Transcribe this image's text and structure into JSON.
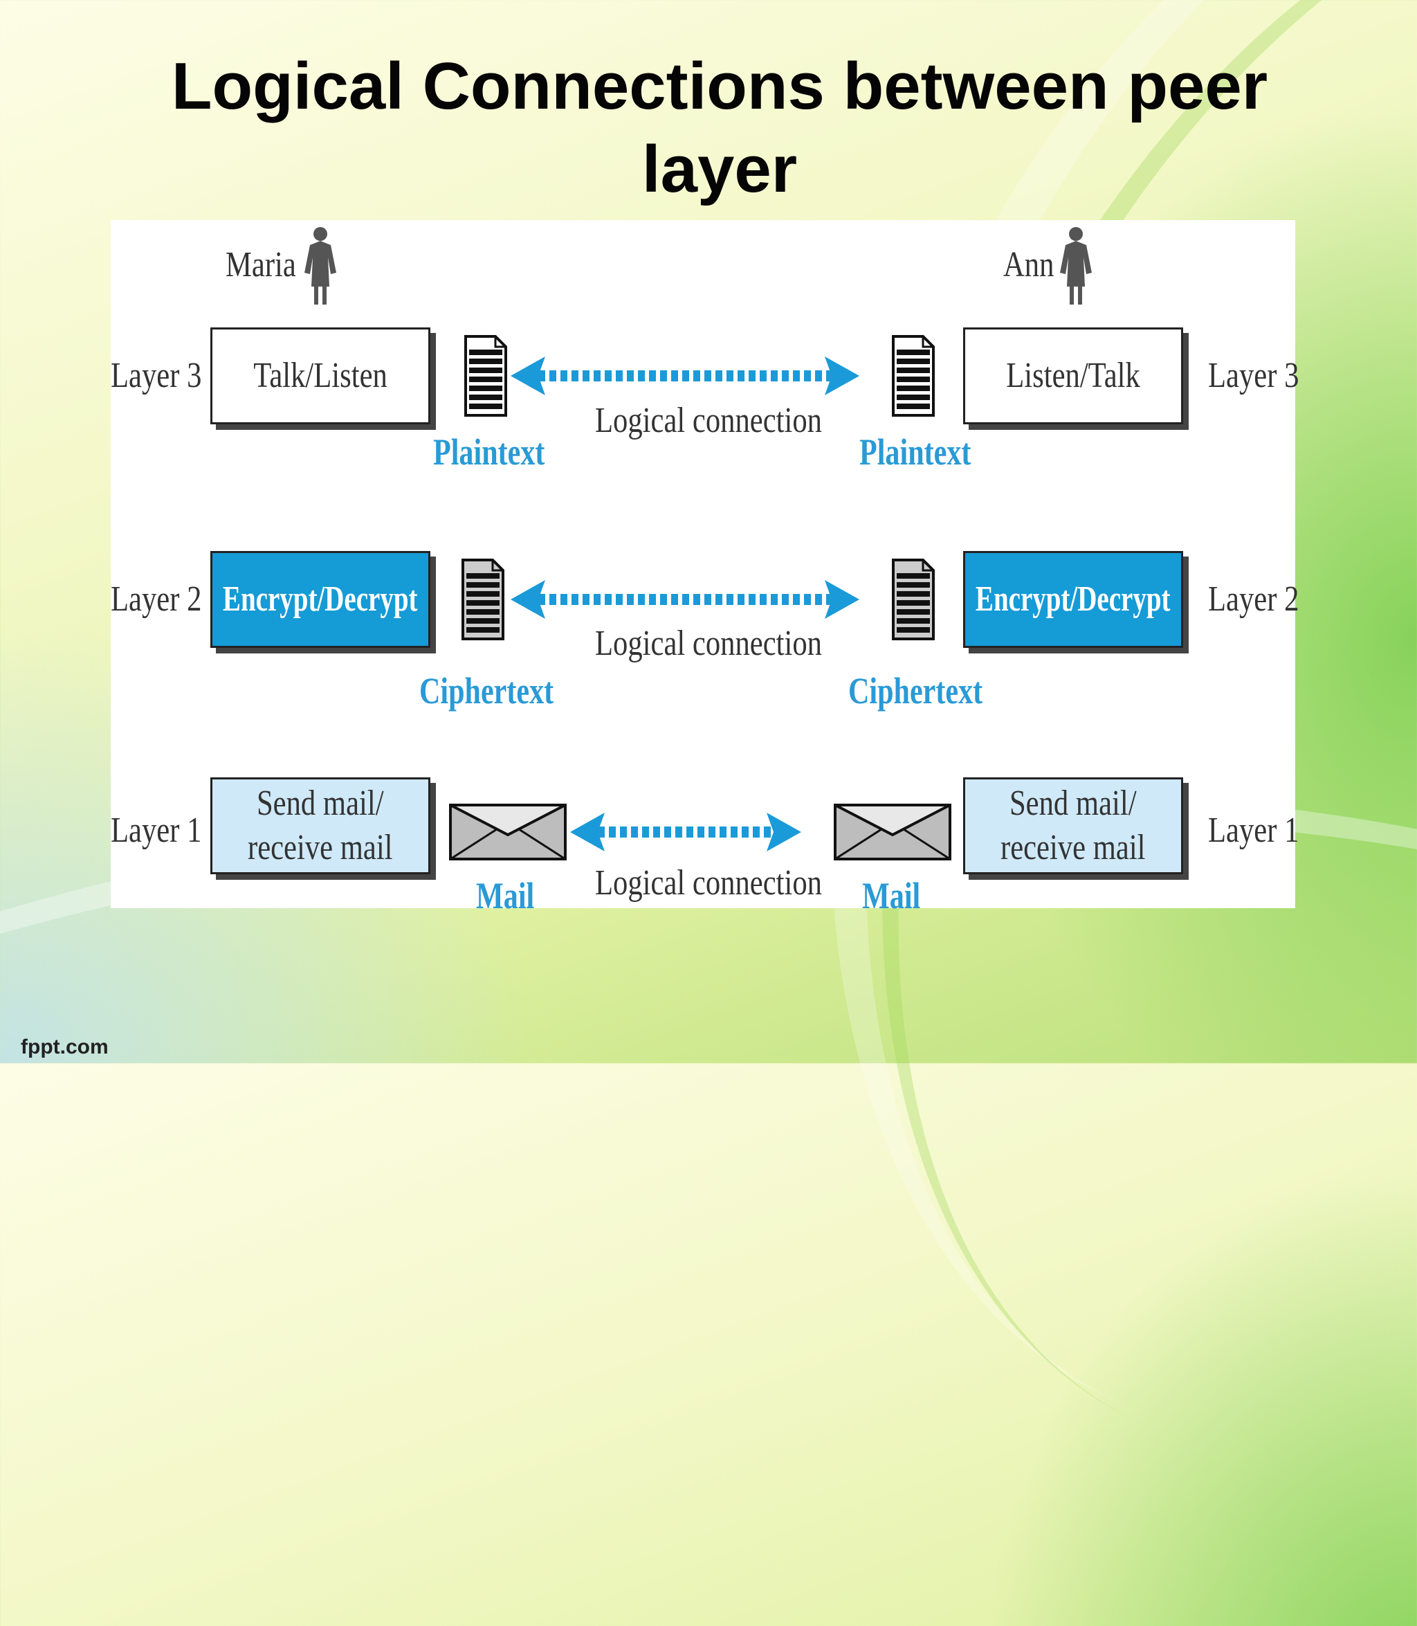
{
  "title": {
    "line1": "Logical Connections between peer",
    "line2": "layer"
  },
  "people": {
    "left_name": "Maria",
    "right_name": "Ann"
  },
  "layers": [
    {
      "left_label": "Layer 3",
      "right_label": "Layer 3",
      "left_box": "Talk/Listen",
      "right_box": "Listen/Talk",
      "left_item": "Plaintext",
      "right_item": "Plaintext",
      "connection": "Logical connection"
    },
    {
      "left_label": "Layer 2",
      "right_label": "Layer 2",
      "left_box": "Encrypt/Decrypt",
      "right_box": "Encrypt/Decrypt",
      "left_item": "Ciphertext",
      "right_item": "Ciphertext",
      "connection": "Logical connection"
    },
    {
      "left_label": "Layer 1",
      "right_label": "Layer 1",
      "left_box": "Send mail/\nreceive mail",
      "right_box": "Send mail/\nreceive mail",
      "left_item": "Mail",
      "right_item": "Mail",
      "connection": "Logical connection"
    }
  ],
  "icons": {
    "person": "person-icon",
    "document": "document-icon",
    "envelope": "envelope-icon",
    "arrow": "double-arrow-icon"
  },
  "colors": {
    "accent_blue": "#159bd6",
    "light_blue": "#cfe9f8",
    "text_blue": "#2a9ad6"
  },
  "footer": "fppt.com"
}
